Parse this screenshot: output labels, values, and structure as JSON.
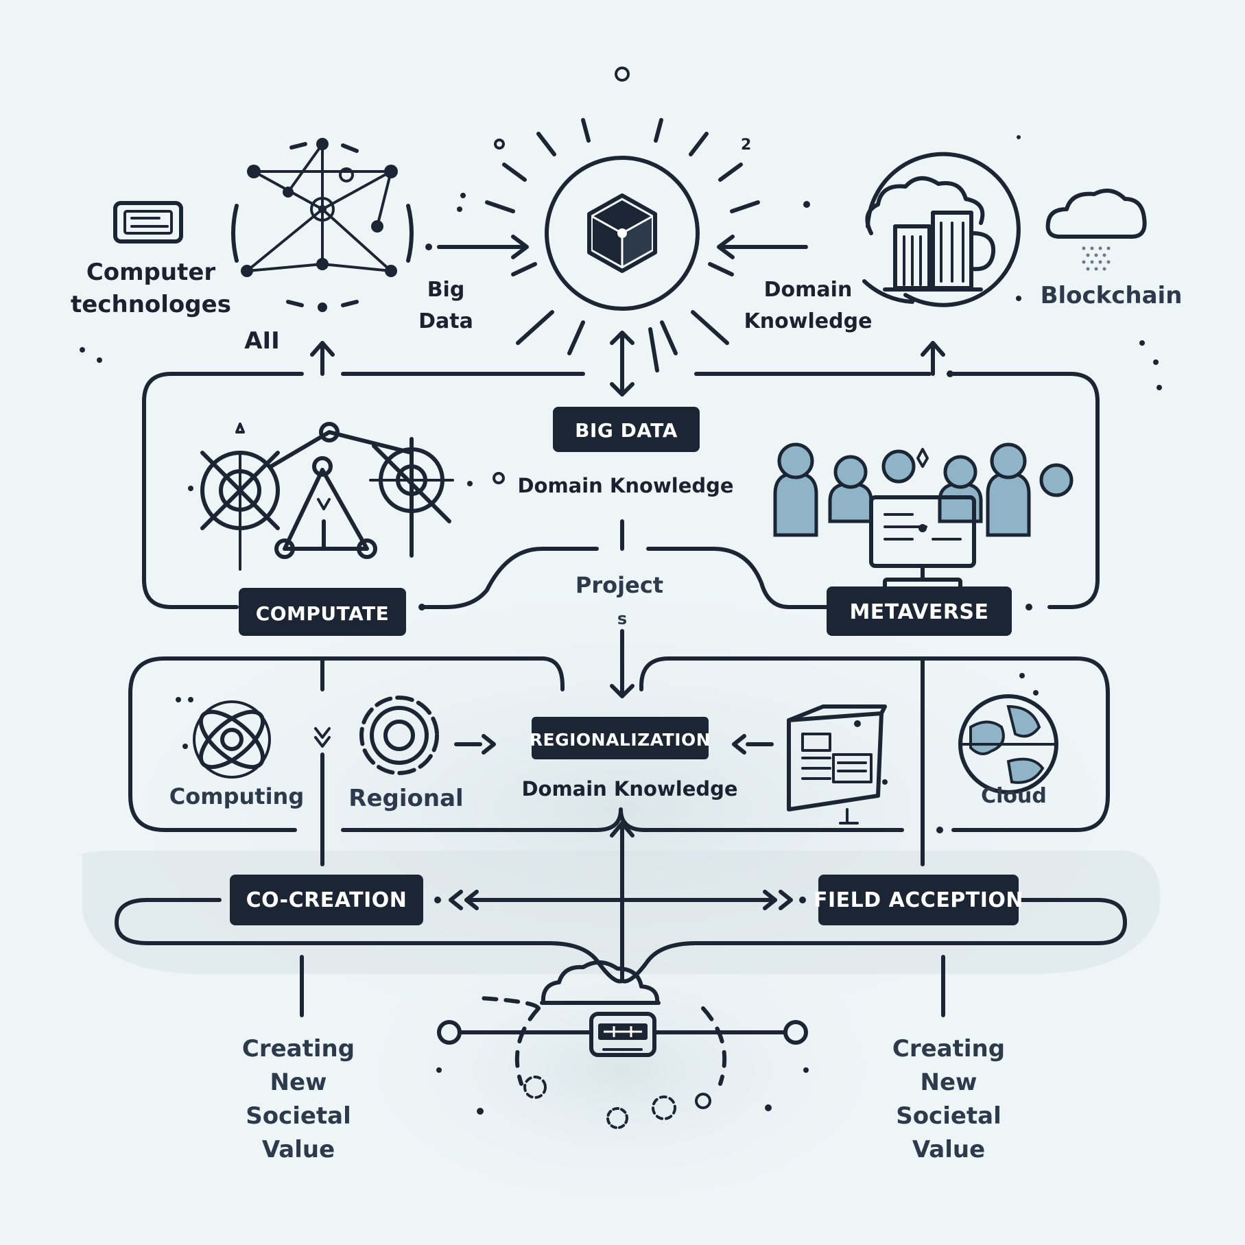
{
  "labels": {
    "computer_technologies": [
      "Computer",
      "technologes"
    ],
    "ai": "AII",
    "big_data_top": [
      "Big",
      "Data"
    ],
    "domain_knowledge_top": [
      "Domain",
      "Knowledge"
    ],
    "blockchain": "Blockchain",
    "domain_knowledge_mid": "Domain Knowledge",
    "project": [
      "Project",
      "s"
    ],
    "computing": "Computing",
    "regional": "Regional",
    "domain_knowledge_low": "Domain Knowledge",
    "cloud": "Cloud",
    "creating_left": [
      "Creating",
      "New",
      "Societal",
      "Value"
    ],
    "creating_right": [
      "Creating",
      "New",
      "Societal",
      "Value"
    ]
  },
  "tags": {
    "big_data": "BIG DATA",
    "computate": "COMPUTATE",
    "metaverse": "METAVERSE",
    "regionalization": "REGIONALIZATION",
    "co_creation": "CO-CREATION",
    "field_acception": "FIELD ACCEPTION"
  },
  "colors": {
    "background": "#eef5f7",
    "ink": "#1c2533",
    "accent_blue": "#8fb4c8",
    "tag_fill": "#1c2533"
  },
  "icons": [
    "terminal-icon",
    "network-graph-icon",
    "cube-sun-icon",
    "city-cloud-icon",
    "cloud-rain-icon",
    "target-network-icon",
    "people-monitor-icon",
    "atom-icon",
    "gear-icon",
    "browser-window-icon",
    "globe-icon",
    "cloud-chip-icon"
  ]
}
